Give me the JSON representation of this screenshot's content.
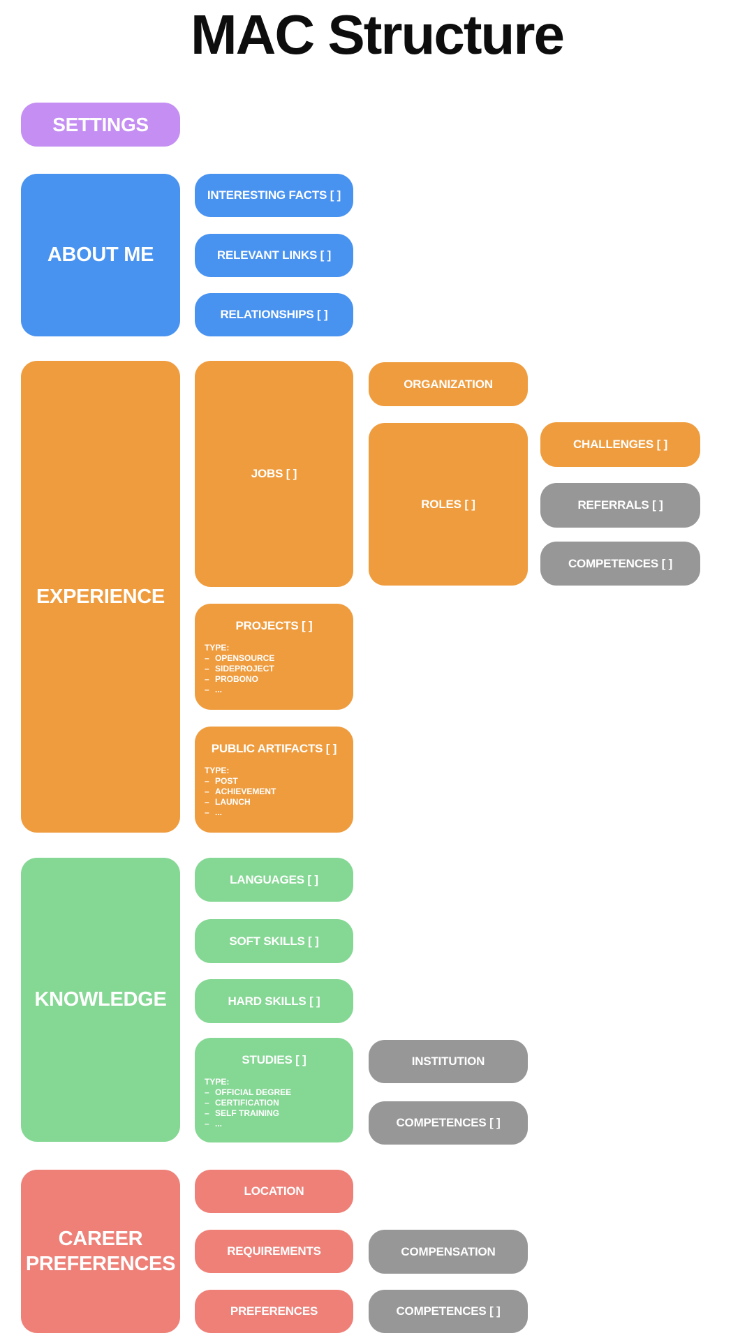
{
  "page_title": "MAC Structure",
  "bullet": "–",
  "colors": {
    "purple": "#c48ef2",
    "blue": "#4892f0",
    "orange": "#ef9c3e",
    "green": "#85d794",
    "red": "#ee8078",
    "gray": "#979797"
  },
  "settings": {
    "label": "SETTINGS"
  },
  "about_me": {
    "label": "ABOUT ME",
    "interesting_facts": "INTERESTING FACTS [ ]",
    "relevant_links": "RELEVANT LINKS [ ]",
    "relationships": "RELATIONSHIPS [ ]"
  },
  "experience": {
    "label": "EXPERIENCE",
    "jobs": {
      "label": "JOBS [ ]"
    },
    "organization": {
      "label": "ORGANIZATION"
    },
    "roles": {
      "label": "ROLES [ ]"
    },
    "challenges": {
      "label": "CHALLENGES [ ]"
    },
    "referrals": {
      "label": "REFERRALS [ ]"
    },
    "competences": {
      "label": "COMPETENCES [ ]"
    },
    "projects": {
      "label": "PROJECTS [ ]",
      "type_label": "TYPE:",
      "types": [
        "OPENSOURCE",
        "SIDEPROJECT",
        "PROBONO",
        "..."
      ]
    },
    "public_artifacts": {
      "label": "PUBLIC ARTIFACTS [ ]",
      "type_label": "TYPE:",
      "types": [
        "POST",
        "ACHIEVEMENT",
        "LAUNCH",
        "..."
      ]
    }
  },
  "knowledge": {
    "label": "KNOWLEDGE",
    "languages": "LANGUAGES [ ]",
    "soft_skills": "SOFT SKILLS [ ]",
    "hard_skills": "HARD SKILLS [ ]",
    "studies": {
      "label": "STUDIES [ ]",
      "type_label": "TYPE:",
      "types": [
        "OFFICIAL DEGREE",
        "CERTIFICATION",
        "SELF TRAINING",
        "..."
      ]
    },
    "institution": "INSTITUTION",
    "competences": "COMPETENCES [ ]"
  },
  "career_preferences": {
    "label": "CAREER PREFERENCES",
    "location": "LOCATION",
    "requirements": "REQUIREMENTS",
    "preferences": "PREFERENCES",
    "compensation": "COMPENSATION",
    "competences": "COMPETENCES [ ]"
  }
}
